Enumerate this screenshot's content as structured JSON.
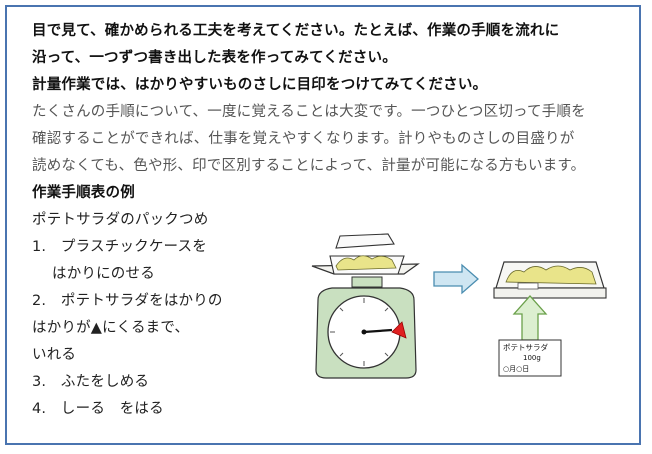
{
  "paragraphs": {
    "p1_line1": "目で見て、確かめられる工夫を考えてください。たとえば、作業の手順を流れに",
    "p1_line2": "沿って、一つずつ書き出した表を作ってみてください。",
    "p2_line1": "計量作業では、はかりやすいものさしに目印をつけてみてください。",
    "p3_line1": "たくさんの手順について、一度に覚えることは大変です。一つひとつ区切って手順を",
    "p3_line2": "確認することができれば、仕事を覚えやすくなります。計りやものさしの目盛りが",
    "p3_line3": "読めなくても、色や形、印で区別することによって、計量が可能になる方もいます。"
  },
  "example": {
    "heading": "作業手順表の例",
    "task": "ポテトサラダのパックつめ",
    "steps": [
      {
        "line1": "1.　プラスチックケースを",
        "line2": "はかりにのせる"
      },
      {
        "line1": "2.　ポテトサラダをはかりの",
        "line2": "はかりが▲にくるまで、",
        "line3": "いれる"
      },
      {
        "line1": "3.　ふたをしめる"
      },
      {
        "line1": "4.　しーる　をはる"
      }
    ]
  },
  "illustration": {
    "label_name": "ポテトサラダ",
    "label_weight": "100g",
    "label_date": "○月○日",
    "colors": {
      "arrow_fill": "#cfe6f2",
      "arrow_stroke": "#4a8db0",
      "up_arrow_fill": "#dcefd0",
      "up_arrow_stroke": "#6aa04a",
      "scale_body": "#c9e0c0",
      "salad": "#e9e48a",
      "marker": "#e02020",
      "frame": "#4a74b0"
    }
  }
}
